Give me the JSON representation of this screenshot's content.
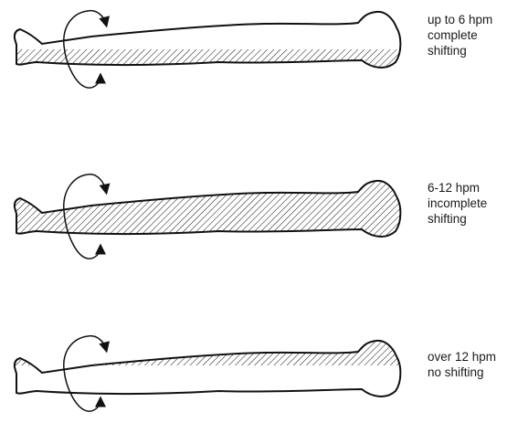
{
  "stages": [
    {
      "line1": "up to 6 hpm",
      "line2": "complete",
      "line3": "shifting"
    },
    {
      "line1": "6-12 hpm",
      "line2": "incomplete",
      "line3": "shifting"
    },
    {
      "line1": "over 12 hpm",
      "line2": "no shifting"
    }
  ],
  "colors": {
    "outline": "#111111",
    "hatch": "#222222"
  },
  "icons": [
    "body-outline-icon",
    "rotation-arrow-icon",
    "lividity-hatching"
  ]
}
